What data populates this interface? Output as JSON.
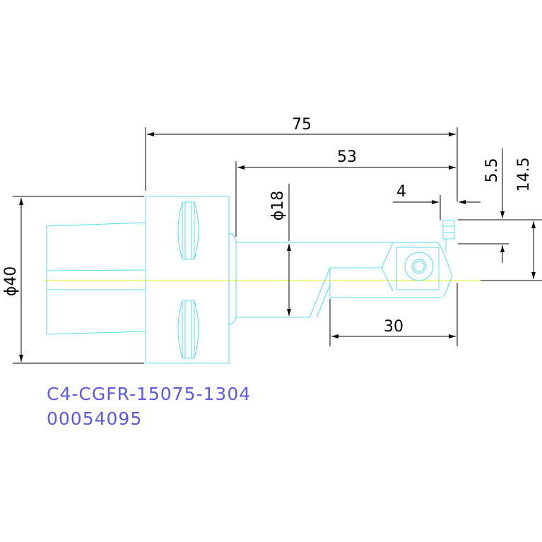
{
  "colors": {
    "outline": "#57dcec",
    "dimension": "#000000",
    "centerline": "#e8e81a",
    "title_text": "#5a5ae6",
    "background": "#ffffff"
  },
  "dimensions": {
    "overall_length": "75",
    "bar_length": "53",
    "insert_width": "4",
    "offset_small": "5.5",
    "offset_large": "14.5",
    "bar_diameter": "ϕ18",
    "shank_diameter": "ϕ40",
    "head_length": "30"
  },
  "title_block": {
    "part_number": "C4-CGFR-15075-1304",
    "item_code": "00054095"
  }
}
